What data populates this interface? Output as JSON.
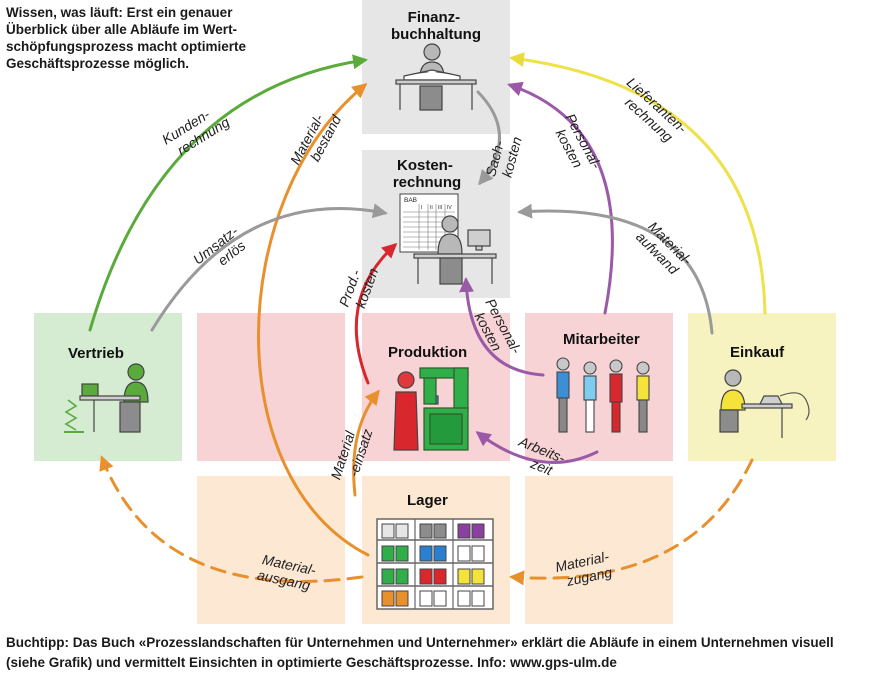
{
  "intro": {
    "line1": "Wissen, was läuft: Erst ein genauer",
    "line2": "Überblick über alle Abläufe im Wert-",
    "line3": "schöpfungsprozess macht optimierte",
    "line4": "Geschäftsprozesse möglich."
  },
  "boxes": {
    "finanz": {
      "line1": "Finanz-",
      "line2": "buchhaltung"
    },
    "kosten": {
      "line1": "Kosten-",
      "line2": "rechnung"
    },
    "vertrieb": "Vertrieb",
    "produktion": "Produktion",
    "mitarbeiter": "Mitarbeiter",
    "einkauf": "Einkauf",
    "lager": "Lager"
  },
  "bab_sheet": {
    "title": "BAB",
    "cols": [
      "I",
      "II",
      "III",
      "IV"
    ]
  },
  "flows": {
    "kundenrechnung": {
      "line1": "Kunden-",
      "line2": "rechnung"
    },
    "materialbestand": {
      "line1": "Material-",
      "line2": "bestand"
    },
    "sachkosten": {
      "line1": "Sach-",
      "line2": "kosten"
    },
    "personalkosten_top": {
      "line1": "Personal-",
      "line2": "kosten"
    },
    "lieferantenrechnung": {
      "line1": "Lieferanten-",
      "line2": "rechnung"
    },
    "umsatzerloes": {
      "line1": "Umsatz-",
      "line2": "erlös"
    },
    "materialaufwand": {
      "line1": "Material-",
      "line2": "aufwand"
    },
    "prodkosten": {
      "line1": "Prod.-",
      "line2": "kosten"
    },
    "personalkosten_mid": {
      "line1": "Personal-",
      "line2": "kosten"
    },
    "materialeinsatz": {
      "line1": "Material",
      "line2": "-einsatz"
    },
    "arbeitszeit": {
      "line1": "Arbeits-",
      "line2": "zeit"
    },
    "materialausgang": {
      "line1": "Material-",
      "line2": "ausgang"
    },
    "materialzugang": {
      "line1": "Material-",
      "line2": "zugang"
    }
  },
  "colors": {
    "green": "#5aab3c",
    "orange": "#e8902c",
    "gray": "#9a9a9a",
    "purple": "#9b5aa8",
    "yellow": "#f0e64a",
    "red": "#d9272e",
    "dashed_orange": "#e8902c"
  },
  "footer": {
    "line1": "Buchtipp: Das Buch «Prozesslandschaften für Unternehmen und Unternehmer» erklärt die Abläufe in einem Unternehmen visuell",
    "line2": "(siehe Grafik) und vermittelt Einsichten in optimierte Geschäftsprozesse. Info: www.gps-ulm.de"
  }
}
